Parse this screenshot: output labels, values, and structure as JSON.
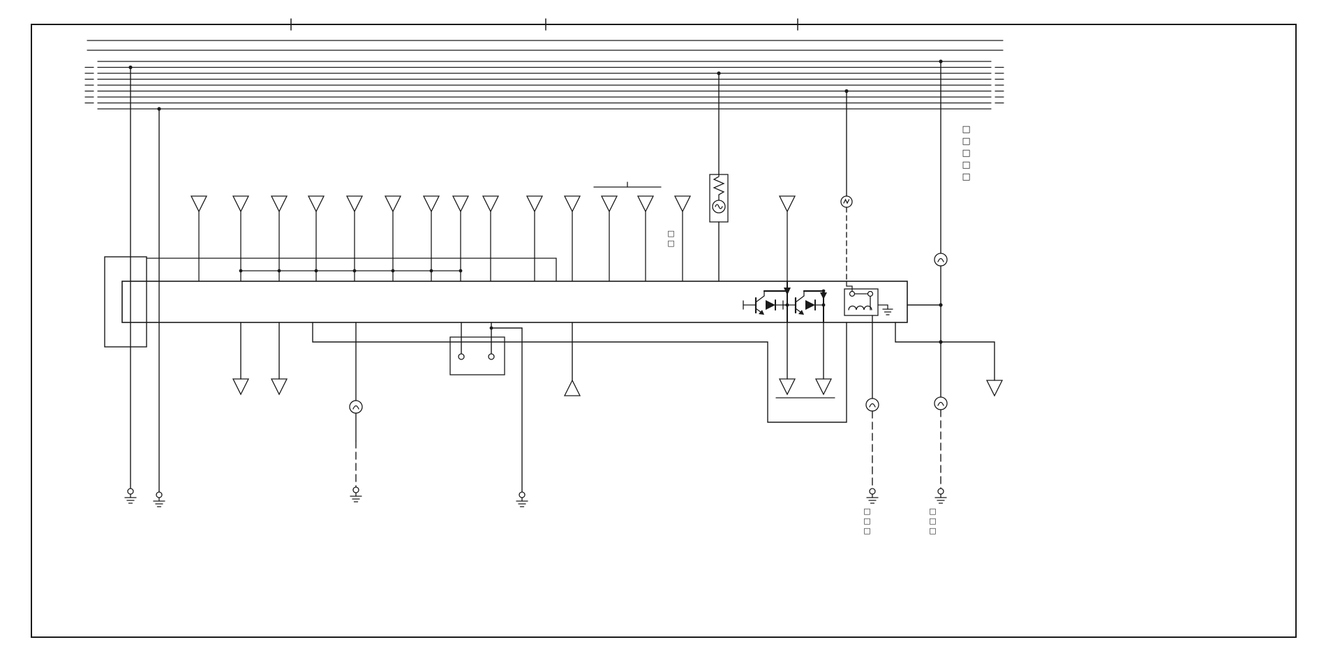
{
  "page": {
    "background": "#ffffff",
    "line_color": "#1a1a1a",
    "kind": "automotive wiring schematic"
  },
  "labels": {
    "right_top_vertical": "□□□□□",
    "mid_vertical": "□□",
    "bottom_left_vertical": "□□□",
    "bottom_right_vertical": "□□□"
  },
  "symbols": {
    "connector_in": "open-triangle-down",
    "connector_out": "open-triangle-up",
    "ground": "ground-icon",
    "inline_connector": "circle-connector",
    "lamp_with_resistor": "lamp-resistor-box",
    "relay": "relay-coil-box",
    "transistor": "npn-transistor",
    "diode": "diode-arrow"
  }
}
